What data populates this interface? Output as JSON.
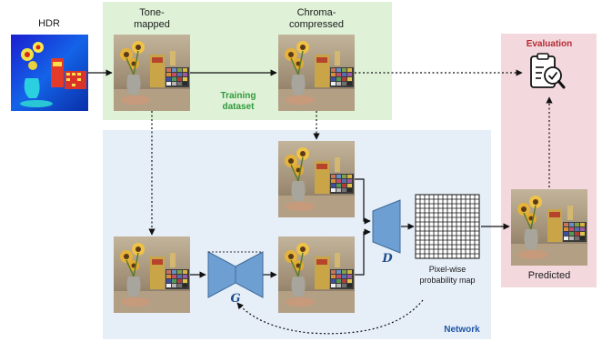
{
  "labels": {
    "hdr": "HDR",
    "tone_mapped": "Tone-\nmapped",
    "chroma_compressed": "Chroma-\ncompressed",
    "training_dataset": "Training\ndataset",
    "evaluation": "Evaluation",
    "network": "Network",
    "generator": "G",
    "discriminator": "D",
    "probability_map": "Pixel-wise\nprobability map",
    "predicted": "Predicted"
  },
  "colors": {
    "training_bg": "#dff2d8",
    "network_bg": "#e6eef8",
    "evaluation_bg": "#f3d9dd",
    "training_text": "#2f9a3a",
    "network_text": "#1f55a6",
    "evaluation_text": "#b52a35",
    "block_fill": "#6e9fd3",
    "block_stroke": "#3d6a99"
  },
  "icons": {
    "evaluation": "clipboard-check-magnifier-icon"
  }
}
